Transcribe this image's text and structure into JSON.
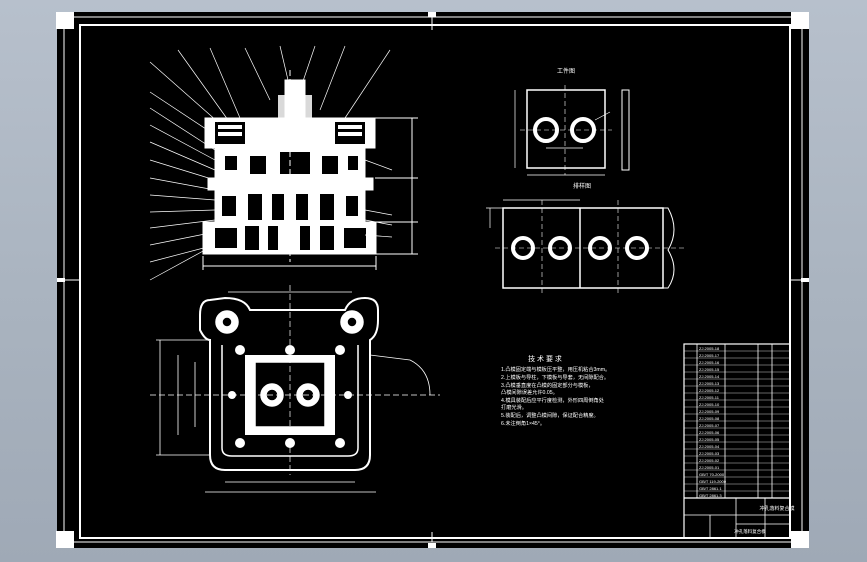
{
  "app": {
    "background_color": "#a9b3bf",
    "sheet_color": "#000000",
    "line_color": "#ffffff"
  },
  "views": {
    "workpiece_title": "工件图",
    "strip_title": "排样图"
  },
  "tech_notes": {
    "heading": "技 术 要 求",
    "lines": [
      "1.凸模固定端与模板压平整，用压机粘合3mm。",
      "2.上模板与导柱，下模板与导套，无间隙配合。",
      "3.凸模垂直度在凸模的固定部分与模板，",
      "  凸模间隙误差允许0.05。",
      "4.模具装配后应平行度检测，外形四周倒角处",
      "  打磨光滑。",
      "5.装配后，调整凸模间隙，保证配合精度。",
      "6.未注倒角1×45°。"
    ]
  },
  "title_block": {
    "drawing_title": "冲孔落料复合模",
    "rows": [
      "ZJ.2005-18",
      "ZJ.2005-17",
      "ZJ.2005-16",
      "ZJ.2005-15",
      "ZJ.2005-14",
      "ZJ.2005-13",
      "ZJ.2005-12",
      "ZJ.2005-11",
      "ZJ.2005-10",
      "ZJ.2005-09",
      "ZJ.2005-08",
      "ZJ.2005-07",
      "ZJ.2005-06",
      "ZJ.2005-05",
      "ZJ.2005-04",
      "ZJ.2005-03",
      "ZJ.2005-02",
      "ZJ.2005-01",
      "GB/T 70-2000",
      "GB/T 119-2000",
      "GB/T 2861.1",
      "GB/T 2861.3"
    ]
  }
}
